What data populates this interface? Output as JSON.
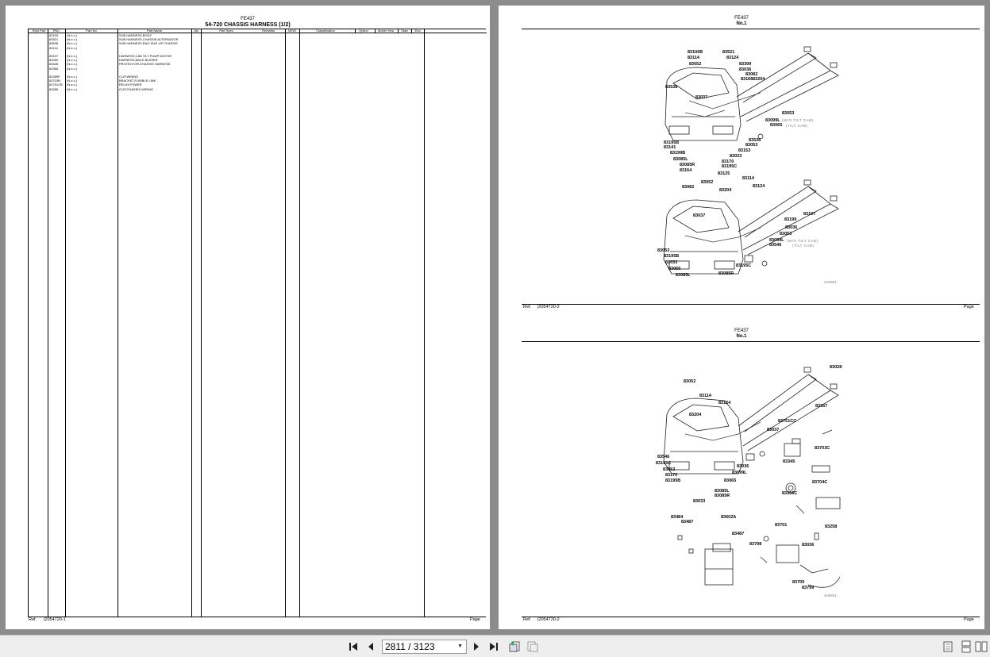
{
  "left_page": {
    "model": "FE437",
    "section_title": "54-720 CHASSIS HARNESS (1/2)",
    "ref_label": "Ref.",
    "ref_code": "|2054720-1",
    "page_label": "Page",
    "columns": [
      "Repl Part",
      "PNC",
      "Part No",
      "Part Name",
      "Qty",
      "Part Spec",
      "Remarks",
      "NEW!",
      "Classification",
      "Option",
      "Model Year",
      "Start",
      "End"
    ],
    "rows": [
      {
        "pnc": "83153",
        "part_no": "(N.e.c.)",
        "name": "SUB HARNESS,BODY"
      },
      {
        "pnc": "83521",
        "part_no": "(N.e.c.)",
        "name": "SUB HARNESS,CHASSIS ALTERNATOR"
      },
      {
        "pnc": "83538",
        "part_no": "(N.e.c.)",
        "name": "SUB HARNESS,ENG IDLE UP CHASSIS"
      },
      {
        "pnc": "83141",
        "part_no": "(N.e.c.)",
        "name": ""
      },
      {
        "pnc": "83107",
        "part_no": "(N.e.c.)",
        "name": "HARNESS,CAB TILT PUMP MOTOR"
      },
      {
        "pnc": "83050",
        "part_no": "(N.e.c.)",
        "name": "HARNESS,BACK BUZZER"
      },
      {
        "pnc": "83326",
        "part_no": "(N.e.c.)",
        "name": "PROTECTOR,CHASSIS HARNESS"
      },
      {
        "pnc": "83365",
        "part_no": "(N.e.c.)",
        "name": ""
      },
      {
        "pnc": "83289F",
        "part_no": "(N.e.c.)",
        "name": "CLIP,WIRING"
      },
      {
        "pnc": "83703B",
        "part_no": "(N.e.c.)",
        "name": "BRACKET,FUSIBLE LINK"
      },
      {
        "pnc": "82751CB",
        "part_no": "(N.e.c.)",
        "name": "RELAY,POWER"
      },
      {
        "pnc": "83289",
        "part_no": "(N.e.c.)",
        "name": "CLIP,CHASSIS WIRING"
      }
    ]
  },
  "right_top": {
    "model": "FE437",
    "sub": "No.1",
    "ref_label": "Ref.",
    "ref_code": "|2054720-2",
    "page_label": "Page",
    "fig_code": "2H4921",
    "callouts": [
      "83106B",
      "83521",
      "83114",
      "83124",
      "83052",
      "83399",
      "83538",
      "83036",
      "83082",
      "83166",
      "83204",
      "83037",
      "83053",
      "83099L",
      "83065",
      "83536",
      "83053",
      "83195B",
      "83141",
      "83153",
      "83199B",
      "83033",
      "83085L",
      "83170",
      "83085R",
      "83195C",
      "83164",
      "83125",
      "83114",
      "83052",
      "83082",
      "83124",
      "83204",
      "83037",
      "83107",
      "83199",
      "83036",
      "83053",
      "83099L",
      "83546",
      "83053",
      "83195B",
      "83033",
      "83065",
      "83195C",
      "83085L",
      "83085R"
    ],
    "notes": [
      "(W/O TILT CAB)",
      "(TILT CAB)",
      "(W/O TILT CAB)",
      "(TILT CAB)"
    ]
  },
  "right_bottom": {
    "model": "FE437",
    "sub": "No.1",
    "ref_label": "Ref.",
    "ref_code": "|2054720-2",
    "page_label": "Page",
    "fig_code": "2H0921",
    "callouts": [
      "83028",
      "83052",
      "83114",
      "83124",
      "83357",
      "83204",
      "82751CC",
      "83037",
      "83703C",
      "83546",
      "83195C",
      "83053",
      "83170",
      "83195B",
      "83036",
      "83099L",
      "83065",
      "83345",
      "83704C",
      "83085L",
      "83085R",
      "83356C",
      "83033",
      "83484",
      "83487",
      "83602A",
      "83258",
      "83701",
      "83487",
      "83798",
      "83036",
      "83705",
      "83799"
    ]
  },
  "toolbar": {
    "page_indicator": "2811 / 3123",
    "icons": [
      "first-page-icon",
      "prev-page-icon",
      "next-page-icon",
      "last-page-icon",
      "go-back-icon",
      "go-forward-icon",
      "single-page-icon",
      "continuous-page-icon",
      "facing-page-icon"
    ]
  }
}
